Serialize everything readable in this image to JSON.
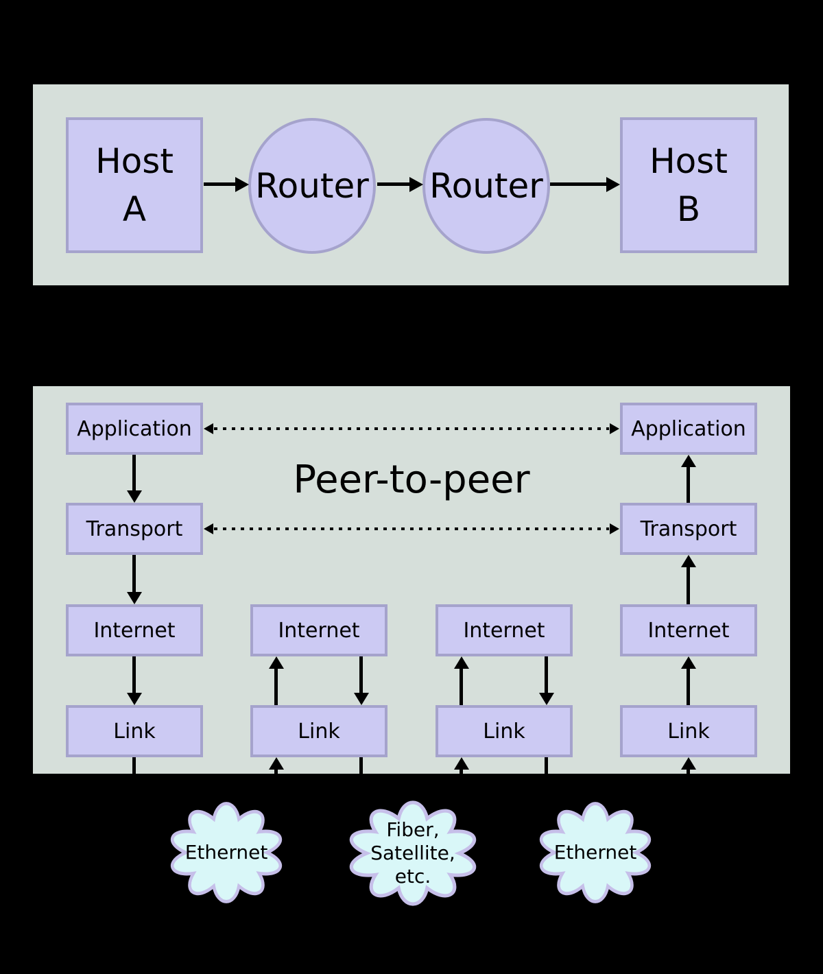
{
  "top_panel": {
    "host_a_label": "Host\nA",
    "router_1_label": "Router",
    "router_2_label": "Router",
    "host_b_label": "Host\nB"
  },
  "stack_panel": {
    "peer_to_peer_label": "Peer-to-peer",
    "host_a_stack": [
      "Application",
      "Transport",
      "Internet",
      "Link"
    ],
    "router_1_stack": [
      "Internet",
      "Link"
    ],
    "router_2_stack": [
      "Internet",
      "Link"
    ],
    "host_b_stack": [
      "Application",
      "Transport",
      "Internet",
      "Link"
    ]
  },
  "clouds": {
    "cloud_1_label": "Ethernet",
    "cloud_2_label": "Fiber,\nSatellite,\netc.",
    "cloud_3_label": "Ethernet"
  },
  "colors": {
    "background": "#000000",
    "panel_fill": "#d6dfda",
    "node_fill": "#cccaf3",
    "node_border": "#a5a3cc",
    "cloud_fill": "#d9f7f8",
    "cloud_border": "#c6bfe9",
    "arrow": "#000000",
    "text": "#000000"
  }
}
